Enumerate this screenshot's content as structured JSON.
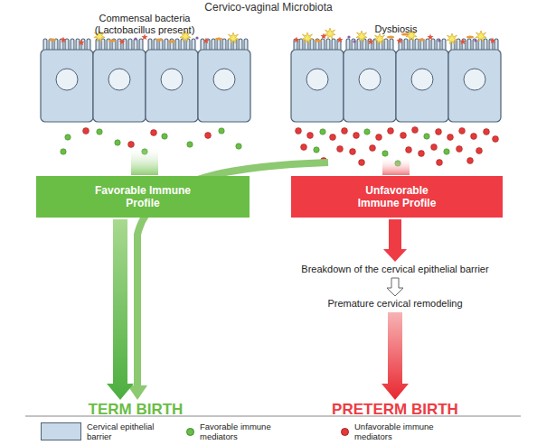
{
  "diagram": {
    "title": "Cervico-vaginal Microbiota",
    "nodes": [
      {
        "text": [
          "Commensal bacteria (Lactobacillus present)"
        ]
      },
      {
        "text": [
          "Dysbiosis"
        ]
      },
      {
        "text": [
          "Favorable Immune Profile"
        ]
      },
      {
        "text": [
          "Unfavorable Immune Profile"
        ]
      },
      {
        "text": [
          "Breakdown of the cervical epithelial barrier"
        ]
      },
      {
        "text": [
          "Premature cervical remodeling"
        ]
      },
      {
        "text": [
          "TERM BIRTH"
        ]
      },
      {
        "text": [
          "PRETERM BIRTH"
        ]
      }
    ],
    "edges": [
      {
        "from": 0,
        "to": 2,
        "arrow": "none"
      },
      {
        "from": 1,
        "to": 6,
        "arrow": "to"
      },
      {
        "from": 1,
        "to": 3,
        "arrow": "none"
      },
      {
        "from": 2,
        "to": 6,
        "arrow": "to"
      },
      {
        "from": 3,
        "to": 4,
        "arrow": "to"
      },
      {
        "from": 4,
        "to": 5,
        "arrow": "to"
      },
      {
        "from": 5,
        "to": 7,
        "arrow": "to"
      }
    ],
    "legend": [
      {
        "text": "Cervical epithelial barrier",
        "color": "#c8d9ea"
      },
      {
        "text": "Favorable immune mediators",
        "color": "#6abd45"
      },
      {
        "text": "Unfavorable immune mediators",
        "color": "#e23a3a"
      }
    ]
  }
}
